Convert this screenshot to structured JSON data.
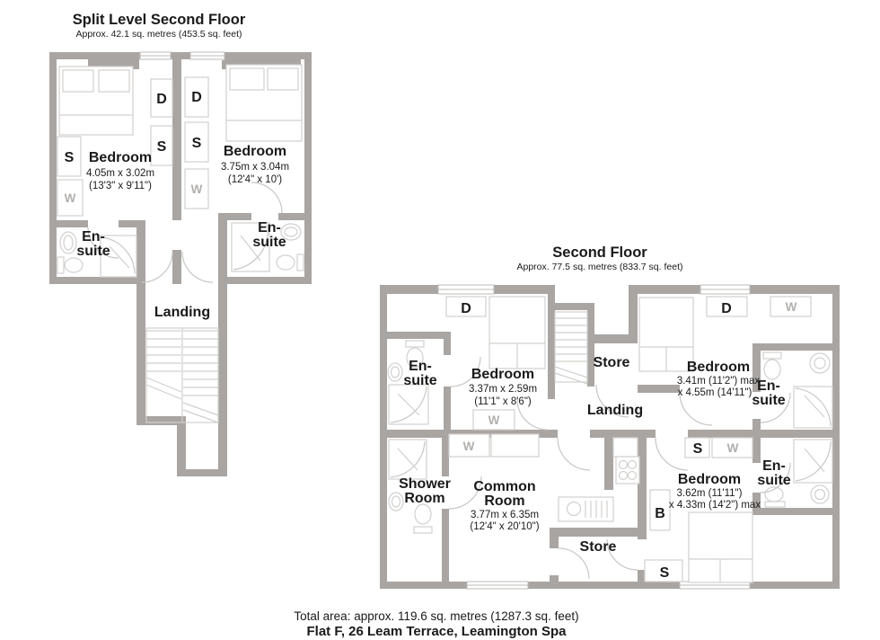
{
  "left_plan": {
    "title": "Split Level Second Floor",
    "subtitle": "Approx. 42.1 sq. metres (453.5 sq. feet)",
    "bedroom1": {
      "name": "Bedroom",
      "dim1": "4.05m x 3.02m",
      "dim2": "(13'3\" x 9'11\")"
    },
    "bedroom2": {
      "name": "Bedroom",
      "dim1": "3.75m x 3.04m",
      "dim2": "(12'4\" x 10')"
    },
    "ensuite1": {
      "l1": "En-",
      "l2": "suite"
    },
    "ensuite2": {
      "l1": "En-",
      "l2": "suite"
    },
    "landing": "Landing"
  },
  "right_plan": {
    "title": "Second Floor",
    "subtitle": "Approx. 77.5 sq. metres (833.7 sq. feet)",
    "bedroom1": {
      "name": "Bedroom",
      "dim1": "3.37m x 2.59m",
      "dim2": "(11'1\" x 8'6\")"
    },
    "bedroom2": {
      "name": "Bedroom",
      "dim1": "3.41m (11'2\") max",
      "dim2": "x 4.55m (14'11\")"
    },
    "bedroom3": {
      "name": "Bedroom",
      "dim1": "3.62m (11'11\")",
      "dim2": "x 4.33m (14'2\") max"
    },
    "ensuite1": {
      "l1": "En-",
      "l2": "suite"
    },
    "ensuite2": {
      "l1": "En-",
      "l2": "suite"
    },
    "ensuite3": {
      "l1": "En-",
      "l2": "suite"
    },
    "shower_room": {
      "l1": "Shower",
      "l2": "Room"
    },
    "common_room": {
      "l1": "Common",
      "l2": "Room",
      "dim1": "3.77m x 6.35m",
      "dim2": "(12'4\" x 20'10\")"
    },
    "landing": "Landing",
    "store_top": "Store",
    "store_bottom": "Store"
  },
  "letters": {
    "d": "D",
    "s": "S",
    "w": "W",
    "b": "B"
  },
  "footer": {
    "total_area": "Total area: approx. 119.6 sq. metres (1287.3 sq. feet)",
    "address": "Flat F, 26 Leam Terrace, Leamington Spa"
  },
  "colors": {
    "wall": "#a9a5a2",
    "furniture_line": "#d2d0ce",
    "door_line": "#c9c7c5",
    "gray_text": "#b2b0ae",
    "text": "#1a1a1a"
  }
}
